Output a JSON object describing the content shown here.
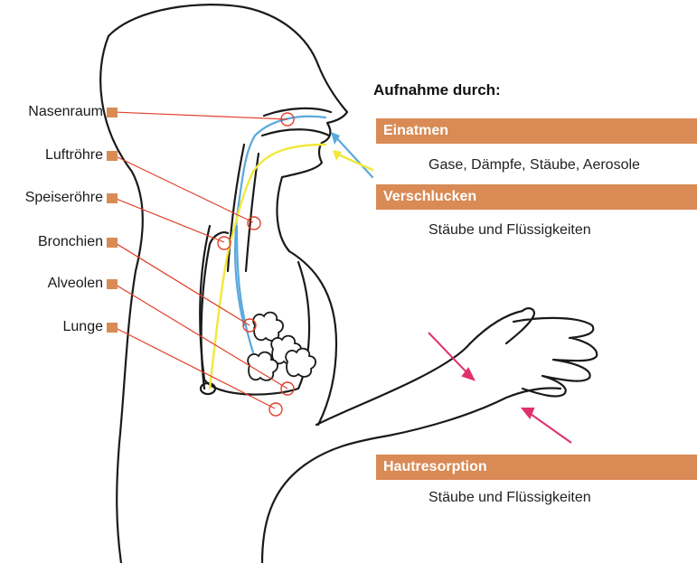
{
  "colors": {
    "accent": "#d98a55",
    "outline": "#1a1a1a",
    "inhale_arrow": "#5aa9dc",
    "swallow_arrow": "#f2e83a",
    "skin_arrow": "#e0306f",
    "marker": "#e0402a"
  },
  "labels": [
    {
      "key": "nasenraum",
      "text": "Nasenraum"
    },
    {
      "key": "luftroehre",
      "text": "Luftröhre"
    },
    {
      "key": "speiseroehre",
      "text": "Speiseröhre"
    },
    {
      "key": "bronchien",
      "text": "Bronchien"
    },
    {
      "key": "alveolen",
      "text": "Alveolen"
    },
    {
      "key": "lunge",
      "text": "Lunge"
    }
  ],
  "heading": "Aufnahme durch:",
  "routes": [
    {
      "key": "einatmen",
      "title": "Einatmen",
      "description": "Gase, Dämpfe, Stäube, Aerosole"
    },
    {
      "key": "verschlucken",
      "title": "Verschlucken",
      "description": "Stäube und Flüssigkeiten"
    },
    {
      "key": "hautresorption",
      "title": "Hautresorption",
      "description": "Stäube und Flüssigkeiten"
    }
  ]
}
